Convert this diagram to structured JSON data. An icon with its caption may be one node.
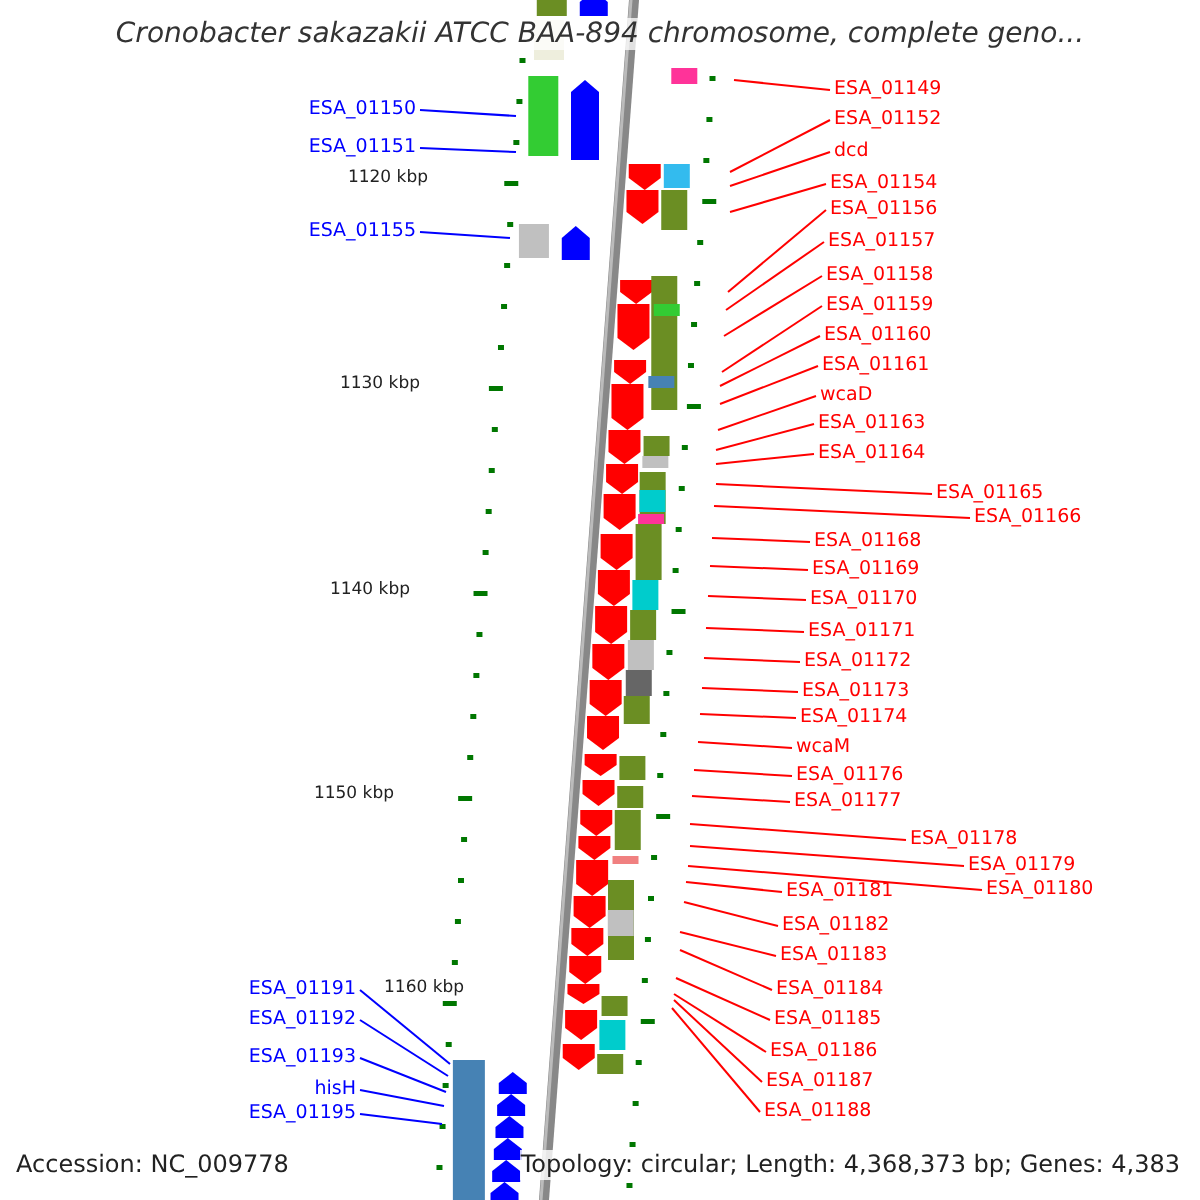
{
  "diagram": {
    "title": "Cronobacter sakazakii ATCC BAA-894 chromosome, complete geno...",
    "nodes": [
      {
        "text": [
          "ESA_01149"
        ]
      },
      {
        "text": [
          "ESA_01150"
        ]
      },
      {
        "text": [
          "ESA_01152"
        ]
      },
      {
        "text": [
          "ESA_01151"
        ]
      },
      {
        "text": [
          "dcd"
        ]
      },
      {
        "text": [
          "ESA_01154"
        ]
      },
      {
        "text": [
          "ESA_01156"
        ]
      },
      {
        "text": [
          "ESA_01155"
        ]
      },
      {
        "text": [
          "ESA_01157"
        ]
      },
      {
        "text": [
          "ESA_01158"
        ]
      },
      {
        "text": [
          "ESA_01159"
        ]
      },
      {
        "text": [
          "ESA_01160"
        ]
      },
      {
        "text": [
          "ESA_01161"
        ]
      },
      {
        "text": [
          "wcaD"
        ]
      },
      {
        "text": [
          "ESA_01163"
        ]
      },
      {
        "text": [
          "ESA_01164"
        ]
      },
      {
        "text": [
          "ESA_01165"
        ]
      },
      {
        "text": [
          "ESA_01166"
        ]
      },
      {
        "text": [
          "ESA_01168"
        ]
      },
      {
        "text": [
          "ESA_01169"
        ]
      },
      {
        "text": [
          "ESA_01170"
        ]
      },
      {
        "text": [
          "ESA_01171"
        ]
      },
      {
        "text": [
          "ESA_01172"
        ]
      },
      {
        "text": [
          "ESA_01173"
        ]
      },
      {
        "text": [
          "ESA_01174"
        ]
      },
      {
        "text": [
          "wcaM"
        ]
      },
      {
        "text": [
          "ESA_01176"
        ]
      },
      {
        "text": [
          "ESA_01177"
        ]
      },
      {
        "text": [
          "ESA_01178"
        ]
      },
      {
        "text": [
          "ESA_01179"
        ]
      },
      {
        "text": [
          "ESA_01180"
        ]
      },
      {
        "text": [
          "ESA_01181"
        ]
      },
      {
        "text": [
          "ESA_01182"
        ]
      },
      {
        "text": [
          "ESA_01183"
        ]
      },
      {
        "text": [
          "ESA_01184"
        ]
      },
      {
        "text": [
          "ESA_01191"
        ]
      },
      {
        "text": [
          "ESA_01185"
        ]
      },
      {
        "text": [
          "ESA_01192"
        ]
      },
      {
        "text": [
          "ESA_01186"
        ]
      },
      {
        "text": [
          "ESA_01193"
        ]
      },
      {
        "text": [
          "ESA_01187"
        ]
      },
      {
        "text": [
          "hisH"
        ]
      },
      {
        "text": [
          "ESA_01188"
        ]
      },
      {
        "text": [
          "ESA_01195"
        ]
      }
    ],
    "edges": [
      {
        "from": 0,
        "to": null,
        "arrow": "none"
      },
      {
        "from": 1,
        "to": null,
        "arrow": "none",
        "color": "#0000ff"
      },
      {
        "from": 2,
        "to": null,
        "arrow": "none"
      },
      {
        "from": 3,
        "to": null,
        "arrow": "none",
        "color": "#0000ff"
      },
      {
        "from": 4,
        "to": null,
        "arrow": "none"
      },
      {
        "from": 5,
        "to": null,
        "arrow": "none"
      },
      {
        "from": 6,
        "to": null,
        "arrow": "none"
      },
      {
        "from": 7,
        "to": null,
        "arrow": "none",
        "color": "#0000ff"
      },
      {
        "from": 8,
        "to": null,
        "arrow": "none"
      },
      {
        "from": 9,
        "to": null,
        "arrow": "none"
      },
      {
        "from": 10,
        "to": null,
        "arrow": "none"
      },
      {
        "from": 11,
        "to": null,
        "arrow": "none"
      },
      {
        "from": 12,
        "to": null,
        "arrow": "none"
      },
      {
        "from": 13,
        "to": null,
        "arrow": "none"
      },
      {
        "from": 14,
        "to": null,
        "arrow": "none"
      },
      {
        "from": 15,
        "to": null,
        "arrow": "none"
      },
      {
        "from": 16,
        "to": null,
        "arrow": "none"
      },
      {
        "from": 17,
        "to": null,
        "arrow": "none"
      },
      {
        "from": 18,
        "to": null,
        "arrow": "none"
      },
      {
        "from": 19,
        "to": null,
        "arrow": "none"
      },
      {
        "from": 20,
        "to": null,
        "arrow": "none"
      },
      {
        "from": 21,
        "to": null,
        "arrow": "none"
      },
      {
        "from": 22,
        "to": null,
        "arrow": "none"
      },
      {
        "from": 23,
        "to": null,
        "arrow": "none"
      },
      {
        "from": 24,
        "to": null,
        "arrow": "none"
      },
      {
        "from": 25,
        "to": null,
        "arrow": "none"
      },
      {
        "from": 26,
        "to": null,
        "arrow": "none"
      },
      {
        "from": 27,
        "to": null,
        "arrow": "none"
      },
      {
        "from": 28,
        "to": null,
        "arrow": "none"
      },
      {
        "from": 29,
        "to": null,
        "arrow": "none"
      },
      {
        "from": 30,
        "to": null,
        "arrow": "none"
      },
      {
        "from": 31,
        "to": null,
        "arrow": "none"
      },
      {
        "from": 32,
        "to": null,
        "arrow": "none"
      },
      {
        "from": 33,
        "to": null,
        "arrow": "none"
      },
      {
        "from": 34,
        "to": null,
        "arrow": "none"
      },
      {
        "from": 35,
        "to": null,
        "arrow": "none",
        "color": "#0000ff"
      },
      {
        "from": 36,
        "to": null,
        "arrow": "none"
      },
      {
        "from": 37,
        "to": null,
        "arrow": "none",
        "color": "#0000ff"
      },
      {
        "from": 38,
        "to": null,
        "arrow": "none"
      },
      {
        "from": 39,
        "to": null,
        "arrow": "none",
        "color": "#0000ff"
      },
      {
        "from": 40,
        "to": null,
        "arrow": "none"
      },
      {
        "from": 41,
        "to": null,
        "arrow": "none",
        "color": "#0000ff"
      },
      {
        "from": 42,
        "to": null,
        "arrow": "none"
      },
      {
        "from": 43,
        "to": null,
        "arrow": "none",
        "color": "#0000ff"
      }
    ],
    "labels": [
      "1120 kbp",
      "1130 kbp",
      "1140 kbp",
      "1150 kbp",
      "1160 kbp",
      "Accession: NC_009778",
      "Topology: circular; Length: 4,368,373 bp; Genes: 4,383"
    ]
  }
}
